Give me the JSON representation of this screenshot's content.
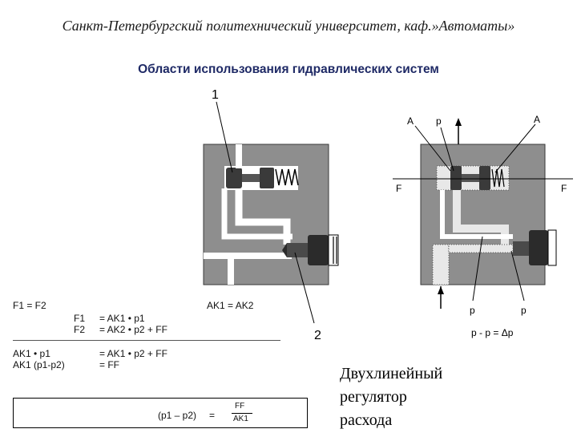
{
  "header": "Санкт-Петербургский политехнический университет, каф.»Автоматы»",
  "subtitle": "Области использования гидравлических систем",
  "left_diagram": {
    "label_top": "1",
    "label_bottom": "2"
  },
  "right_diagram": {
    "label_a_left": "A",
    "label_p_top": "p",
    "label_a_right": "A",
    "label_f_left": "F",
    "label_f_right": "F",
    "label_p1": "p",
    "label_p2": "p",
    "label_dp": "p - p = Δp"
  },
  "equations": {
    "eq1": "F1 = F2",
    "eq1_right": "AK1 = AK2",
    "eq2_lhs": "F1",
    "eq2_rhs": "= AK1 • p1",
    "eq3_lhs": "F2",
    "eq3_rhs": "= AK2 • p2 + FF",
    "eq4_lhs": "AK1 • p1",
    "eq4_rhs": "= AK1 • p2 + FF",
    "eq5_lhs": "AK1 (p1-p2)",
    "eq5_rhs": "= FF",
    "eq6_lhs": "(p1 – p2)",
    "eq6_eq": "=",
    "eq6_num": "FF",
    "eq6_den": "AK1"
  },
  "caption": {
    "line1": "Двухлинейный",
    "line2": "регулятор",
    "line3": "расхода"
  },
  "colors": {
    "body": "#8e8e8e",
    "dark": "#2b2b2b",
    "passage": "#ffffff",
    "subtitle": "#1f2a66"
  }
}
